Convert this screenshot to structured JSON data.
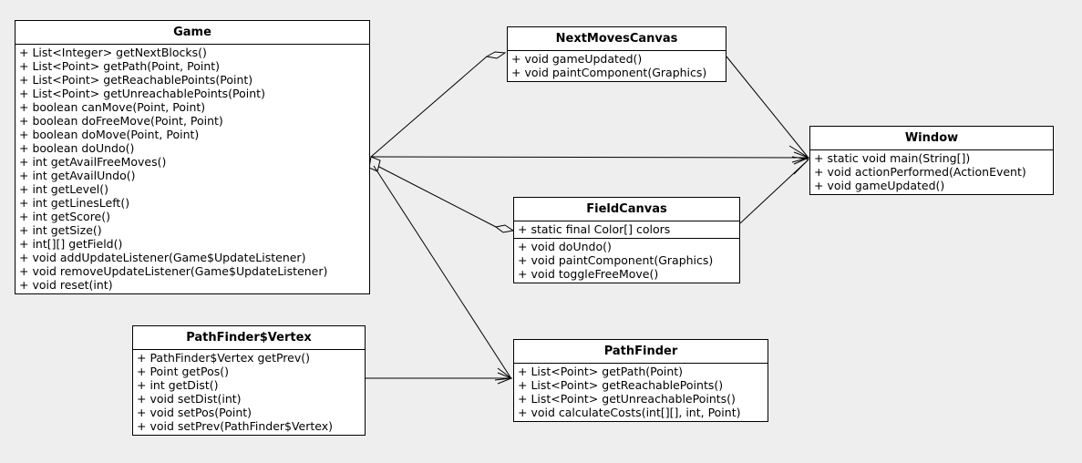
{
  "diagram": {
    "type": "uml-class-diagram",
    "background_color": "#eeeeee",
    "box_fill_color": "#ffffff",
    "line_color": "#000000",
    "classes": [
      {
        "id": "game",
        "name": "Game",
        "attributes": [],
        "methods": [
          "+ List<Integer> getNextBlocks()",
          "+ List<Point> getPath(Point, Point)",
          "+ List<Point> getReachablePoints(Point)",
          "+ List<Point> getUnreachablePoints(Point)",
          "+ boolean canMove(Point, Point)",
          "+ boolean doFreeMove(Point, Point)",
          "+ boolean doMove(Point, Point)",
          "+ boolean doUndo()",
          "+ int getAvailFreeMoves()",
          "+ int getAvailUndo()",
          "+ int getLevel()",
          "+ int getLinesLeft()",
          "+ int getScore()",
          "+ int getSize()",
          "+ int[][] getField()",
          "+ void addUpdateListener(Game$UpdateListener)",
          "+ void removeUpdateListener(Game$UpdateListener)",
          "+ void reset(int)"
        ]
      },
      {
        "id": "next-moves-canvas",
        "name": "NextMovesCanvas",
        "attributes": [],
        "methods": [
          "+ void gameUpdated()",
          "+ void paintComponent(Graphics)"
        ]
      },
      {
        "id": "window",
        "name": "Window",
        "attributes": [],
        "methods": [
          "+ static void main(String[])",
          "+ void actionPerformed(ActionEvent)",
          "+ void gameUpdated()"
        ]
      },
      {
        "id": "field-canvas",
        "name": "FieldCanvas",
        "attributes": [
          "+ static final Color[] colors"
        ],
        "methods": [
          "+ void doUndo()",
          "+ void paintComponent(Graphics)",
          "+ void toggleFreeMove()"
        ]
      },
      {
        "id": "path-finder-vertex",
        "name": "PathFinder$Vertex",
        "attributes": [],
        "methods": [
          "+ PathFinder$Vertex getPrev()",
          "+ Point getPos()",
          "+ int getDist()",
          "+ void setDist(int)",
          "+ void setPos(Point)",
          "+ void setPrev(PathFinder$Vertex)"
        ]
      },
      {
        "id": "path-finder",
        "name": "PathFinder",
        "attributes": [],
        "methods": [
          "+ List<Point> getPath(Point)",
          "+ List<Point> getReachablePoints()",
          "+ List<Point> getUnreachablePoints()",
          "+ void calculateCosts(int[][], int, Point)"
        ]
      }
    ],
    "relations": [
      {
        "id": "game-to-next-moves-canvas",
        "from": "game",
        "to": "next-moves-canvas",
        "end_marker": "hollow-diamond"
      },
      {
        "id": "game-to-window",
        "from": "game",
        "to": "window",
        "end_marker": "open-arrow"
      },
      {
        "id": "game-to-field-canvas",
        "from": "game",
        "to": "field-canvas",
        "end_marker": "hollow-diamond"
      },
      {
        "id": "game-to-path-finder",
        "from": "game",
        "to": "path-finder",
        "end_marker": "open-arrow"
      },
      {
        "id": "next-moves-canvas-to-window",
        "from": "next-moves-canvas",
        "to": "window",
        "end_marker": "open-arrow"
      },
      {
        "id": "field-canvas-to-window",
        "from": "field-canvas",
        "to": "window",
        "end_marker": "open-arrow"
      },
      {
        "id": "path-finder-vertex-to-path-finder",
        "from": "path-finder-vertex",
        "to": "path-finder",
        "end_marker": "open-arrow"
      }
    ]
  }
}
